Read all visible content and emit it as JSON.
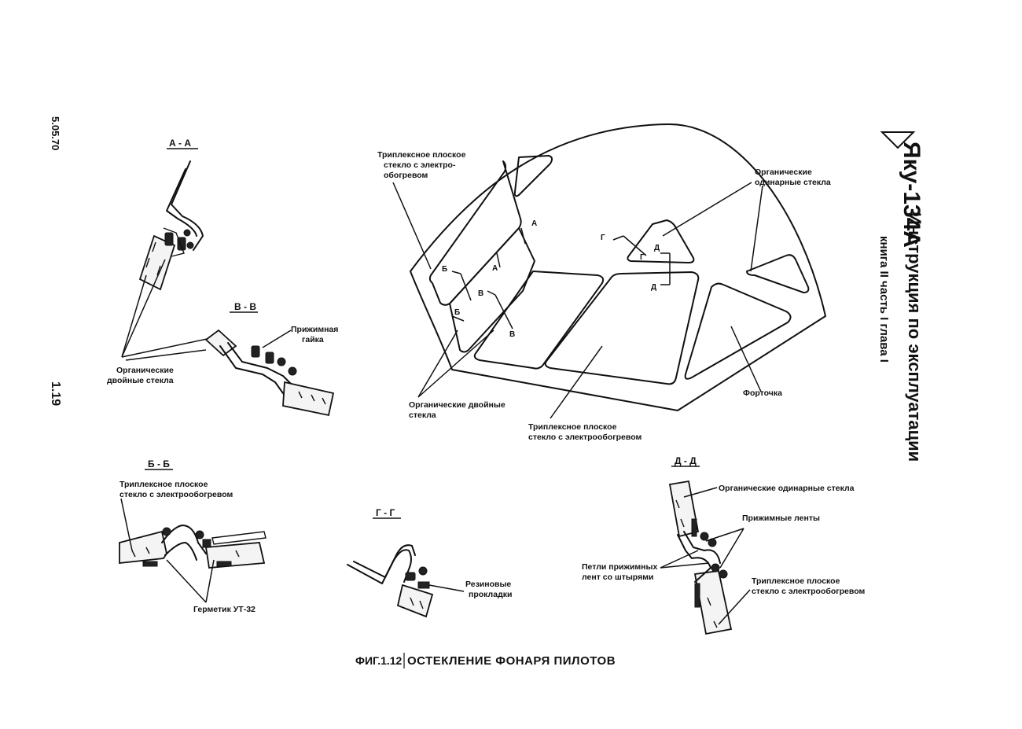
{
  "header": {
    "model": "Яку-134А",
    "title": "Инструкция по эксплуатации",
    "subtitle": "книга II часть I глава I",
    "date": "5.05.70",
    "page_no": "1.19"
  },
  "figure": {
    "number": "ФИГ.1.12",
    "caption": "ОСТЕКЛЕНИЕ ФОНАРЯ ПИЛОТОВ"
  },
  "canopy": {
    "triplex_top_1": "Триплексное плоское",
    "triplex_top_2": "стекло с электро-",
    "triplex_top_3": "обогревом",
    "organic_single_1": "Органические",
    "organic_single_2": "одинарные стекла",
    "organic_double_1": "Органические двойные",
    "organic_double_2": "стекла",
    "triplex_bottom_1": "Триплексное плоское",
    "triplex_bottom_2": "стекло с электрообогревом",
    "fortochka": "Форточка",
    "markers": [
      "А",
      "А",
      "Б",
      "Б",
      "В",
      "В",
      "Г",
      "Г",
      "Д",
      "Д"
    ]
  },
  "section_aa": {
    "title": "А - А",
    "organic_double_1": "Органические",
    "organic_double_2": "двойные стекла"
  },
  "section_vv": {
    "title": "В - В",
    "nut_1": "Прижимная",
    "nut_2": "гайка"
  },
  "section_bb": {
    "title": "Б - Б",
    "triplex_1": "Триплексное плоское",
    "triplex_2": "стекло с электрообогревом",
    "sealant": "Герметик УТ-32"
  },
  "section_gg": {
    "title": "Г - Г",
    "rubber_1": "Резиновые",
    "rubber_2": "прокладки"
  },
  "section_dd": {
    "title": "Д - Д",
    "organic_single": "Органические одинарные стекла",
    "clamp_strips": "Прижимные ленты",
    "loops_1": "Петли прижимных",
    "loops_2": "лент со штырями",
    "triplex_1": "Триплексное плоское",
    "triplex_2": "стекло с электрообогревом"
  }
}
